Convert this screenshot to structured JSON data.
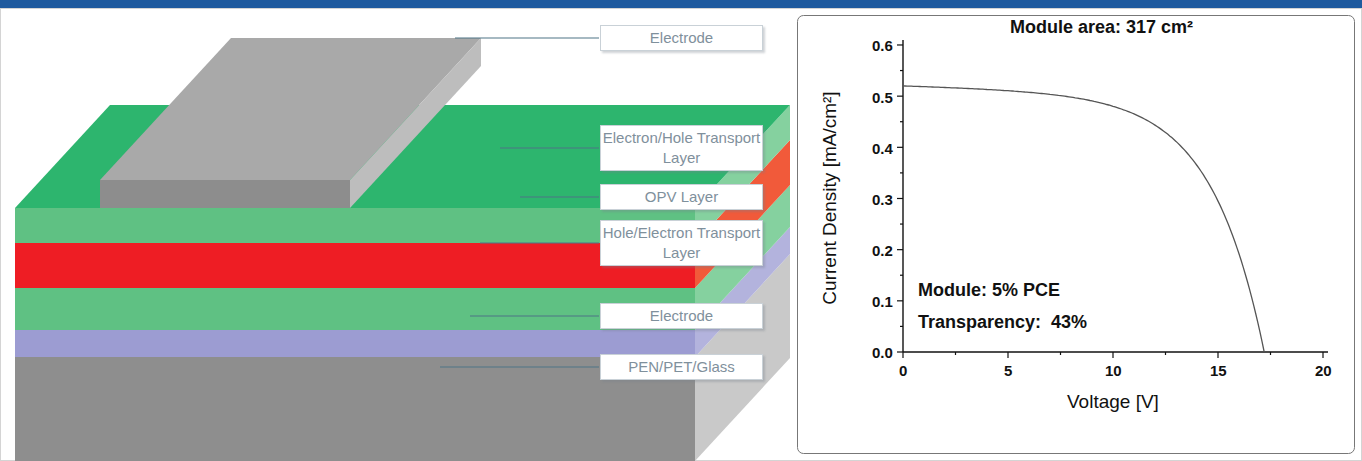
{
  "diagram": {
    "nodes": [
      {
        "text": [
          "Electrode"
        ]
      },
      {
        "text": [
          "Electron/Hole Transport Layer"
        ]
      },
      {
        "text": [
          "OPV Layer"
        ]
      },
      {
        "text": [
          "Hole/Electron Transport Layer"
        ]
      },
      {
        "text": [
          "Electrode"
        ]
      },
      {
        "text": [
          "PEN/PET/Glass"
        ]
      }
    ],
    "labels": [
      "Module area: 317 cm²",
      "0.6",
      "0.5",
      "0.4",
      "0.3",
      "0.2",
      "0.1",
      "0.0",
      "Current Density [mA/cm²]",
      "0",
      "5",
      "10",
      "15",
      "20",
      "Voltage [V]",
      "Module: 5% PCE",
      "Transparency:  43%"
    ]
  }
}
